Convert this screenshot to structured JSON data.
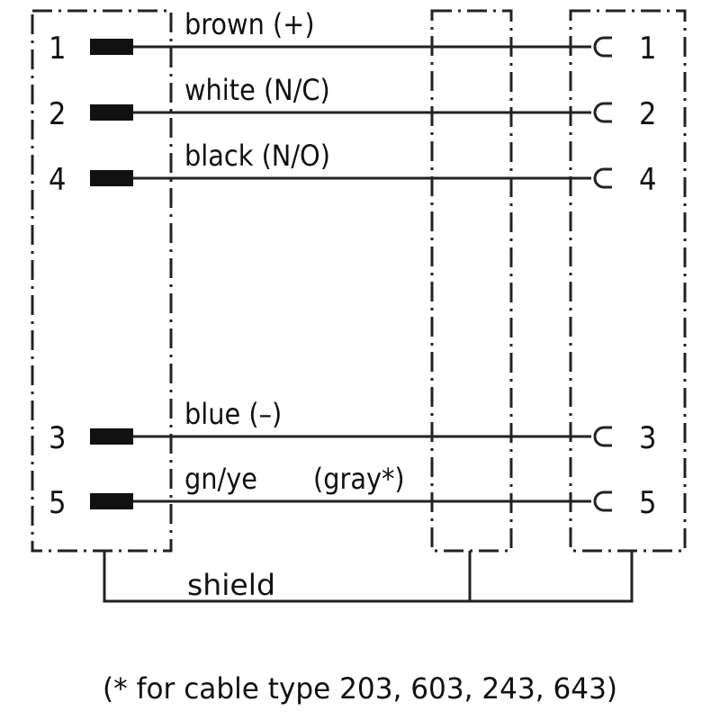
{
  "wires": [
    {
      "pin": "1",
      "label": "brown (+)",
      "note": ""
    },
    {
      "pin": "2",
      "label": "white (N/C)",
      "note": ""
    },
    {
      "pin": "4",
      "label": "black (N/O)",
      "note": ""
    },
    {
      "pin": "3",
      "label": "blue (–)",
      "note": ""
    },
    {
      "pin": "5",
      "label": "gn/ye",
      "note": "(gray*)"
    }
  ],
  "shield_label": "shield",
  "footnote": "(* for cable type 203, 603, 243, 643)"
}
